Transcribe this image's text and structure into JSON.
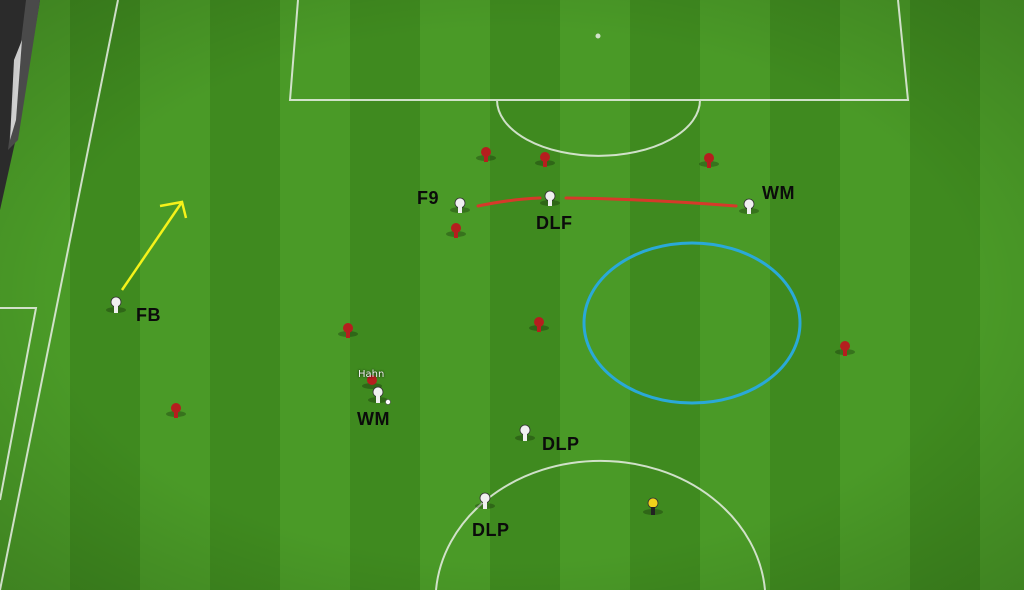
{
  "scene": {
    "description_type": "football match 2D tactical view",
    "colors": {
      "grass_dark": "#3f8a1f",
      "grass_light": "#57a82f",
      "line": "#e9efe6",
      "home_kit": "#f0f0f0",
      "away_kit": "#b51e1e",
      "referee_kit": "#f2d21a",
      "run_arrow": "#f5f21a",
      "link_line": "#d63a2a",
      "space_circle": "#2aa9d8"
    },
    "icons": [
      "run-arrow-icon",
      "link-line",
      "space-highlight-circle"
    ]
  },
  "labels": {
    "f9": "F9",
    "dlf": "DLF",
    "wm_right": "WM",
    "fb": "FB",
    "wm_left": "WM",
    "dlp_top": "DLP",
    "dlp_bottom": "DLP"
  },
  "players": {
    "highlighted_name": "Hahn"
  }
}
